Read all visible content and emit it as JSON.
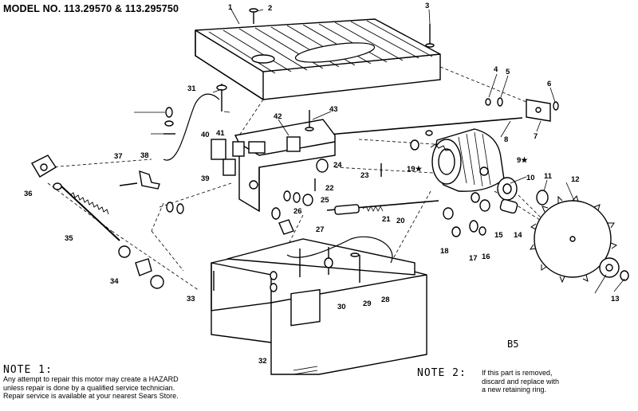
{
  "title": "MODEL NO. 113.29570 & 113.295750",
  "note1": {
    "heading": "NOTE 1:",
    "lines": [
      "Any attempt to repair this motor may create a HAZARD",
      "unless repair is done by a qualified service technician.",
      "Repair service is available at your nearest Sears Store."
    ]
  },
  "note2": {
    "heading": "NOTE 2:",
    "lines": [
      "If this part is removed,",
      "discard and replace with",
      "a new retaining ring."
    ]
  },
  "sheet_id": "B5",
  "callouts": [
    "1",
    "2",
    "3",
    "4",
    "5",
    "6",
    "7",
    "8",
    "9★",
    "10",
    "11",
    "12",
    "13",
    "14",
    "15",
    "16",
    "17",
    "18",
    "19★",
    "20",
    "21",
    "22",
    "23",
    "24",
    "25",
    "26",
    "27",
    "28",
    "29",
    "30",
    "31",
    "32",
    "33",
    "34",
    "35",
    "36",
    "37",
    "38",
    "39",
    "40",
    "41",
    "42",
    "43"
  ]
}
